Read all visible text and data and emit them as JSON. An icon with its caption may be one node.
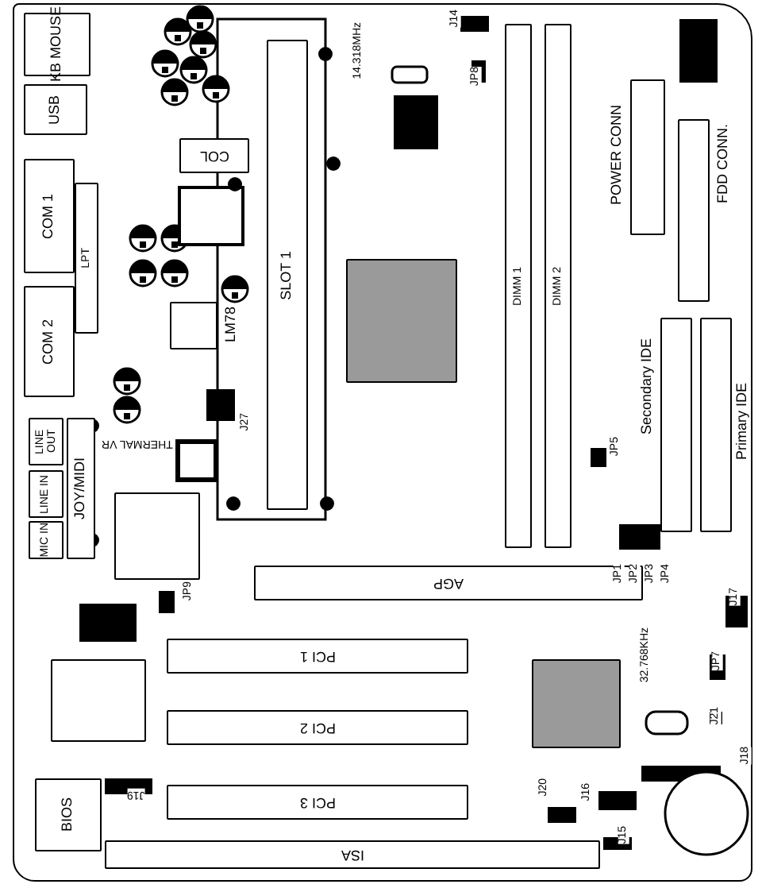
{
  "diagram": {
    "nodes": [
      {
        "text": [
          "KB MOUSE"
        ]
      },
      {
        "text": [
          "USB"
        ]
      },
      {
        "text": [
          "COL"
        ]
      },
      {
        "text": [
          "COM 1"
        ]
      },
      {
        "text": [
          "LPT"
        ]
      },
      {
        "text": [
          "COM 2"
        ]
      },
      {
        "text": [
          "LM78"
        ]
      },
      {
        "text": [
          "LINE OUT"
        ]
      },
      {
        "text": [
          "LINE IN"
        ]
      },
      {
        "text": [
          "MIC IN"
        ]
      },
      {
        "text": [
          "JOY/MIDI"
        ]
      },
      {
        "text": [
          "SLOT 1"
        ]
      },
      {
        "text": [],
        "shape": "box"
      },
      {
        "text": [
          "DIMM 1"
        ]
      },
      {
        "text": [
          "DIMM 2"
        ]
      },
      {
        "text": [
          "POWER CONN"
        ]
      },
      {
        "text": [
          "FDD CONN."
        ]
      },
      {
        "text": [
          "Secondary IDE"
        ]
      },
      {
        "text": [
          "Primary IDE"
        ]
      },
      {
        "text": [],
        "shape": "box"
      },
      {
        "text": [
          "AGP"
        ]
      },
      {
        "text": [],
        "shape": "box"
      },
      {
        "text": [
          "PCI 1"
        ]
      },
      {
        "text": [
          "PCI 2"
        ]
      },
      {
        "text": [
          "PCI 3"
        ]
      },
      {
        "text": [],
        "shape": "box"
      },
      {
        "text": [
          "BIOS"
        ]
      },
      {
        "text": [
          "ISA"
        ]
      }
    ],
    "labels": [
      "14.318MHz",
      "J14",
      "JP8",
      "J27",
      "THERMAL VR",
      "JP9",
      "JP5",
      "JP1",
      "JP2",
      "JP3",
      "JP4",
      "J17",
      "32.768KHz",
      "JP7",
      "J21",
      "J18",
      "J20",
      "J16",
      "J15",
      "J19"
    ]
  }
}
